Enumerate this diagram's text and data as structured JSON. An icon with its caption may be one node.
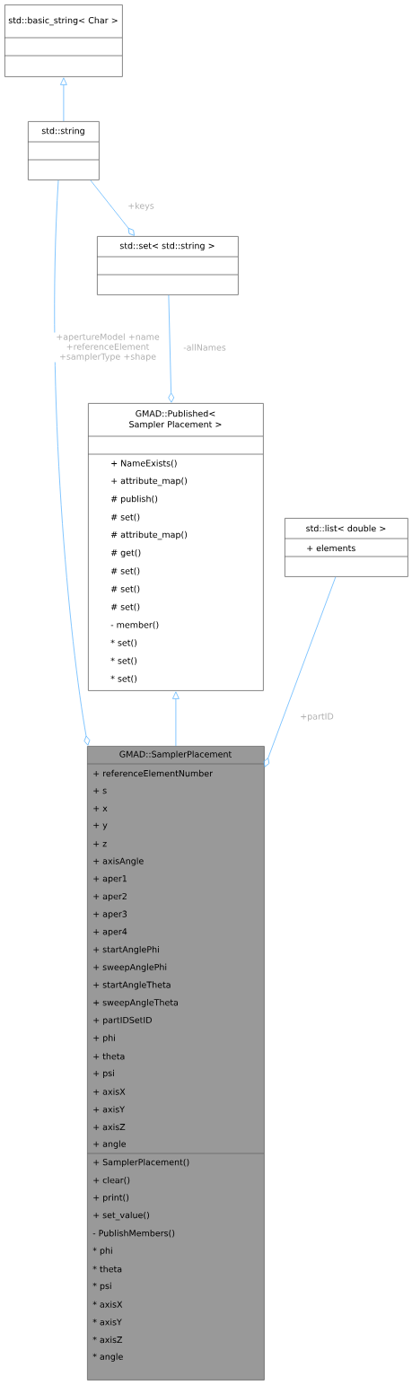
{
  "diagram": {
    "nodes": [
      {
        "text": [
          "std::basic_string< Char >"
        ]
      },
      {
        "text": [
          "std::string"
        ]
      },
      {
        "text": [
          "std::set< std::string >"
        ]
      },
      {
        "text": [
          "GMAD::Published< Sampler Placement >",
          "+ NameExists()",
          "+ attribute_map()",
          "# publish()",
          "# set()",
          "# attribute_map()",
          "# get()",
          "# set()",
          "# set()",
          "# set()",
          "- member()",
          "* set()",
          "* set()",
          "* set()"
        ]
      },
      {
        "text": [
          "std::list< double >",
          "+ elements"
        ]
      },
      {
        "text": [
          "GMAD::SamplerPlacement",
          "+ referenceElementNumber",
          "+ s",
          "+ x",
          "+ y",
          "+ z",
          "+ axisAngle",
          "+ aper1",
          "+ aper2",
          "+ aper3",
          "+ aper4",
          "+ startAnglePhi",
          "+ sweepAnglePhi",
          "+ startAngleTheta",
          "+ sweepAngleTheta",
          "+ partIDSetID",
          "+ phi",
          "+ theta",
          "+ psi",
          "+ axisX",
          "+ axisY",
          "+ axisZ",
          "+ angle",
          "+ SamplerPlacement()",
          "+ clear()",
          "+ print()",
          "+ set_value()",
          "- PublishMembers()",
          "* phi",
          "* theta",
          "* psi",
          "* axisX",
          "* axisY",
          "* axisZ",
          "* angle"
        ]
      }
    ],
    "edges": [
      {
        "from": 1,
        "to": 0,
        "arrow": "to"
      },
      {
        "from": 1,
        "to": 2,
        "arrow": "other",
        "label": "+keys"
      },
      {
        "from": 2,
        "to": 3,
        "arrow": "other",
        "label": "-allNames"
      },
      {
        "from": 1,
        "to": 5,
        "arrow": "other",
        "label": "+apertureModel +name +referenceElement +samplerType +shape"
      },
      {
        "from": 5,
        "to": 3,
        "arrow": "to"
      },
      {
        "from": 4,
        "to": 5,
        "arrow": "other",
        "label": "+partID"
      }
    ]
  }
}
